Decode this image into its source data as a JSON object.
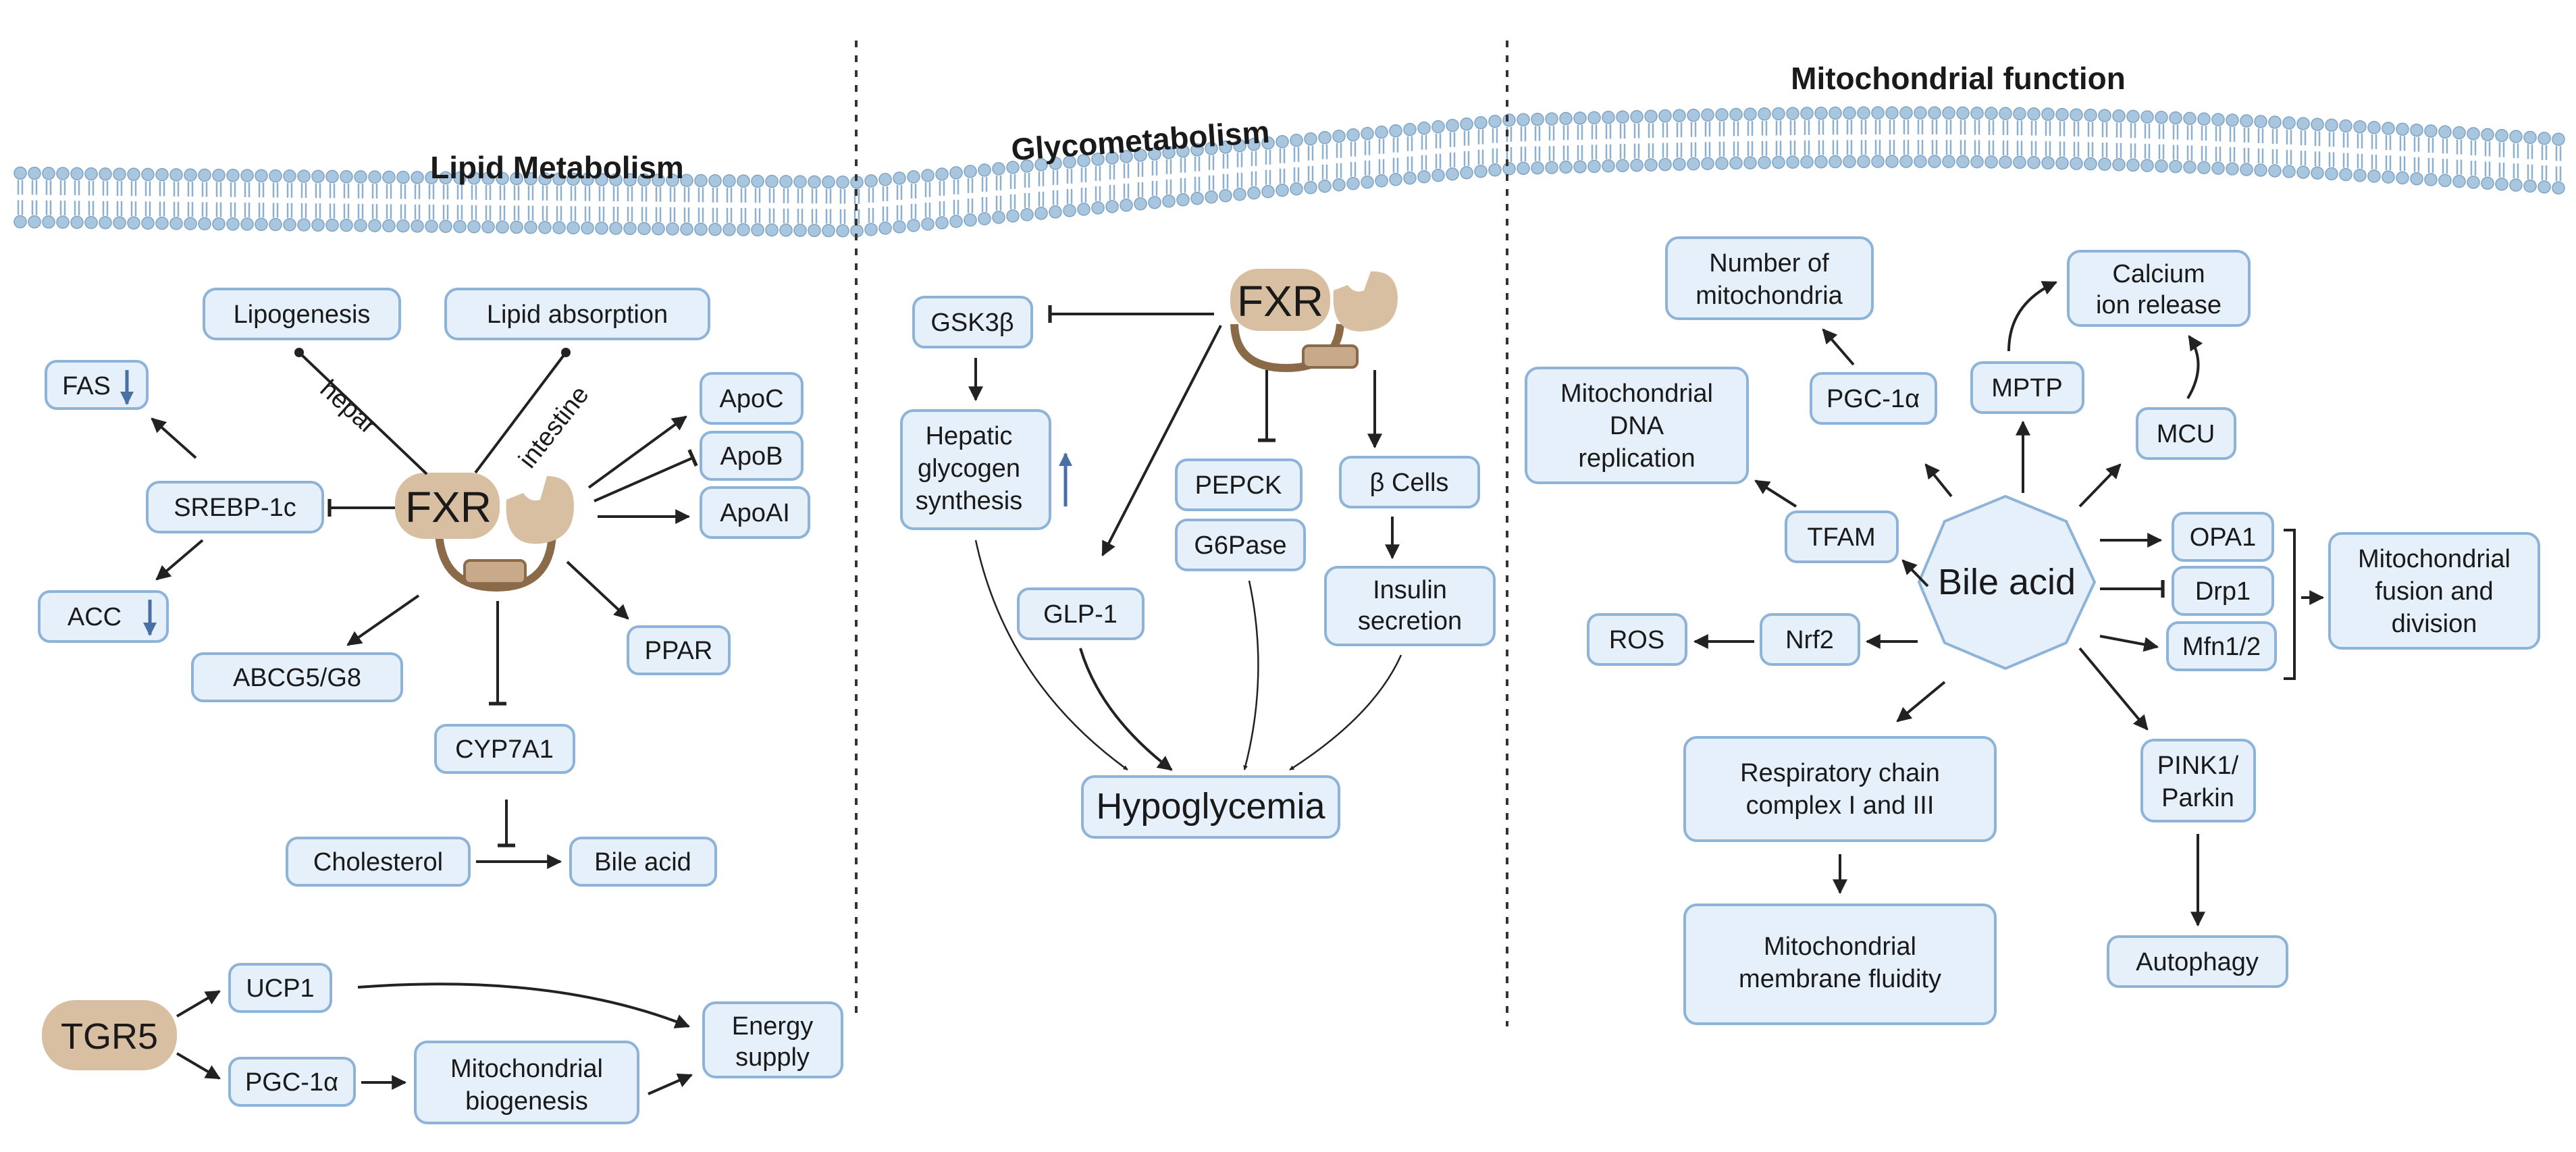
{
  "titles": {
    "lipid": "Lipid Metabolism",
    "glyco": "Glycometabolism",
    "mito": "Mitochondrial function"
  },
  "lipid": {
    "fxr": "FXR",
    "lipogenesis": "Lipogenesis",
    "lipid_absorption": "Lipid absorption",
    "hepar": "hepar",
    "intestine": "intestine",
    "fas": "FAS",
    "srebp": "SREBP-1c",
    "acc": "ACC",
    "apoc": "ApoC",
    "apob": "ApoB",
    "apoai": "ApoAI",
    "ppar": "PPAR",
    "abcg": "ABCG5/G8",
    "cyp": "CYP7A1",
    "cholesterol": "Cholesterol",
    "bile_acid": "Bile acid",
    "tgr5": "TGR5",
    "ucp1": "UCP1",
    "pgc": "PGC-1α",
    "mito_bio_l1": "Mitochondrial",
    "mito_bio_l2": "biogenesis",
    "energy_l1": "Energy",
    "energy_l2": "supply"
  },
  "glyco": {
    "fxr": "FXR",
    "gsk": "GSK3β",
    "hepatic_l1": "Hepatic",
    "hepatic_l2": "glycogen",
    "hepatic_l3": "synthesis",
    "pepck": "PEPCK",
    "g6pase": "G6Pase",
    "beta": "β Cells",
    "insulin_l1": "Insulin",
    "insulin_l2": "secretion",
    "glp": "GLP-1",
    "hypo": "Hypoglycemia"
  },
  "mito": {
    "bile_acid": "Bile acid",
    "number_l1": "Number of",
    "number_l2": "mitochondria",
    "calcium_l1": "Calcium",
    "calcium_l2": "ion release",
    "mdna_l1": "Mitochondrial",
    "mdna_l2": "DNA",
    "mdna_l3": "replication",
    "pgc": "PGC-1α",
    "mptp": "MPTP",
    "mcu": "MCU",
    "tfam": "TFAM",
    "opa1": "OPA1",
    "drp1": "Drp1",
    "mfn": "Mfn1/2",
    "fusion_l1": "Mitochondrial",
    "fusion_l2": "fusion and",
    "fusion_l3": "division",
    "ros": "ROS",
    "nrf2": "Nrf2",
    "resp_l1": "Respiratory chain",
    "resp_l2": "complex I and III",
    "membrane_l1": "Mitochondrial",
    "membrane_l2": "membrane fluidity",
    "pink_l1": "PINK1/",
    "pink_l2": "Parkin",
    "autophagy": "Autophagy"
  }
}
